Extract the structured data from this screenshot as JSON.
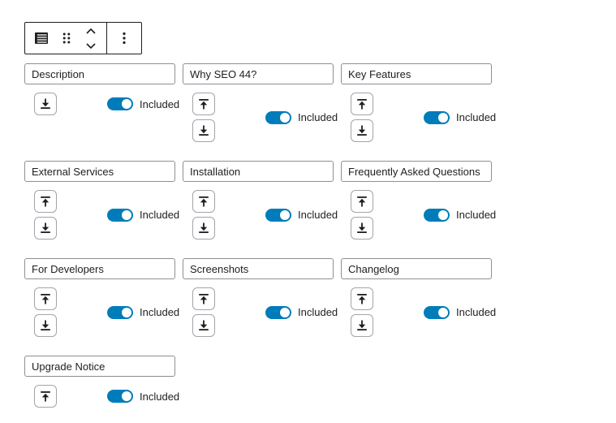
{
  "toolbar": {
    "block_type_icon": "table-of-contents-icon",
    "drag_icon": "drag-handle-icon",
    "move_block_up_icon": "chevron-up-icon",
    "move_block_down_icon": "chevron-down-icon",
    "options_icon": "ellipsis-vertical-icon"
  },
  "colors": {
    "accent_blue": "#007cba",
    "toolbar_border": "#1e1e1e",
    "input_border": "#8c8f94",
    "move_button_border": "#a0a5aa"
  },
  "sections": [
    {
      "title": "Description",
      "toggle_label": "Included",
      "included": true,
      "can_move_up": false,
      "can_move_down": true
    },
    {
      "title": "Why SEO 44?",
      "toggle_label": "Included",
      "included": true,
      "can_move_up": true,
      "can_move_down": true
    },
    {
      "title": "Key Features",
      "toggle_label": "Included",
      "included": true,
      "can_move_up": true,
      "can_move_down": true
    },
    {
      "title": "External Services",
      "toggle_label": "Included",
      "included": true,
      "can_move_up": true,
      "can_move_down": true
    },
    {
      "title": "Installation",
      "toggle_label": "Included",
      "included": true,
      "can_move_up": true,
      "can_move_down": true
    },
    {
      "title": "Frequently Asked Questions",
      "toggle_label": "Included",
      "included": true,
      "can_move_up": true,
      "can_move_down": true
    },
    {
      "title": "For Developers",
      "toggle_label": "Included",
      "included": true,
      "can_move_up": true,
      "can_move_down": true
    },
    {
      "title": "Screenshots",
      "toggle_label": "Included",
      "included": true,
      "can_move_up": true,
      "can_move_down": true
    },
    {
      "title": "Changelog",
      "toggle_label": "Included",
      "included": true,
      "can_move_up": true,
      "can_move_down": true
    },
    {
      "title": "Upgrade Notice",
      "toggle_label": "Included",
      "included": true,
      "can_move_up": true,
      "can_move_down": false
    }
  ]
}
